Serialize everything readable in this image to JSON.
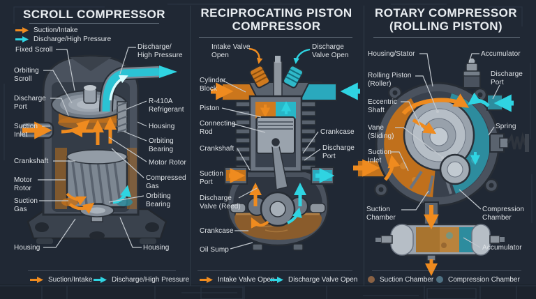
{
  "colors": {
    "background": "#202834",
    "orange": "#ef8b1f",
    "cyan": "#2fd4e2",
    "suction_brown": "#8a6244",
    "compression_teal": "#4e7183"
  },
  "panels": {
    "scroll": {
      "title": "SCROLL COMPRESSOR",
      "legend_top": {
        "suction": "Suction/Intake",
        "discharge": "Discharge/High Pressure"
      },
      "labels": {
        "fixed_scroll": "Fixed Scroll",
        "orbiting_scroll": "Orbiting\nScroll",
        "discharge_hp": "Discharge/\nHigh Pressure",
        "discharge_port": "Discharge\nPort",
        "suction_inlet": "Suction\nInlet",
        "crankshaft": "Crankshaft",
        "motor_rotor_left": "Motor\nRotor",
        "suction_gas": "Suction\nGas",
        "housing_left": "Housing",
        "r410a": "R-410A\nRefrigerant",
        "housing_right": "Housing",
        "orbiting_bearing_upper": "Orbiting\nBearing",
        "motor_rotor_right": "Motor Rotor",
        "compressed_gas": "Compressed\nGas",
        "orbiting_bearing_lower": "Orbiting\nBearing",
        "housing_bottom_right": "Housing"
      },
      "legend_bottom": {
        "suction": "Suction/Intake",
        "discharge": "Discharge/High Pressure"
      }
    },
    "piston": {
      "title": "RECIPROCATING PISTON\nCOMPRESSOR",
      "labels": {
        "intake_valve_open": "Intake Valve\nOpen",
        "discharge_valve_open": "Discharge\nValve Open",
        "cylinder_block": "Cylinder\nBlock",
        "piston": "Piston",
        "connecting_rod": "Connecting\nRod",
        "crankshaft": "Crankshaft",
        "suction_port": "Suction\nPort",
        "discharge_valve_reed": "Discharge\nValve (Reed)",
        "crankcase_left": "Crankcase",
        "oil_sump": "Oil Sump",
        "crankcase_right": "Crankcase",
        "discharge_port": "Discharge\nPort"
      },
      "legend_bottom": {
        "intake": "Intake Valve Open",
        "discharge": "Discharge Valve Open"
      }
    },
    "rotary": {
      "title": "ROTARY COMPRESSOR\n(ROLLING PISTON)",
      "labels": {
        "housing_stator": "Housing/Stator",
        "accumulator_top": "Accumulator",
        "rolling_piston": "Rolling Piston\n(Roller)",
        "discharge_port": "Discharge\nPort",
        "eccentric_shaft": "Eccentric\nShaft",
        "spring": "Spring",
        "vane_sliding": "Vane\n(Sliding)",
        "suction_inlet": "Suction\nInlet",
        "suction_chamber": "Suction\nChamber",
        "compression_chamber": "Compression\nChamber",
        "accumulator_bottom": "Accumulator"
      },
      "legend_bottom": {
        "suction": "Suction Chamber",
        "compression": "Compression Chamber"
      }
    }
  }
}
